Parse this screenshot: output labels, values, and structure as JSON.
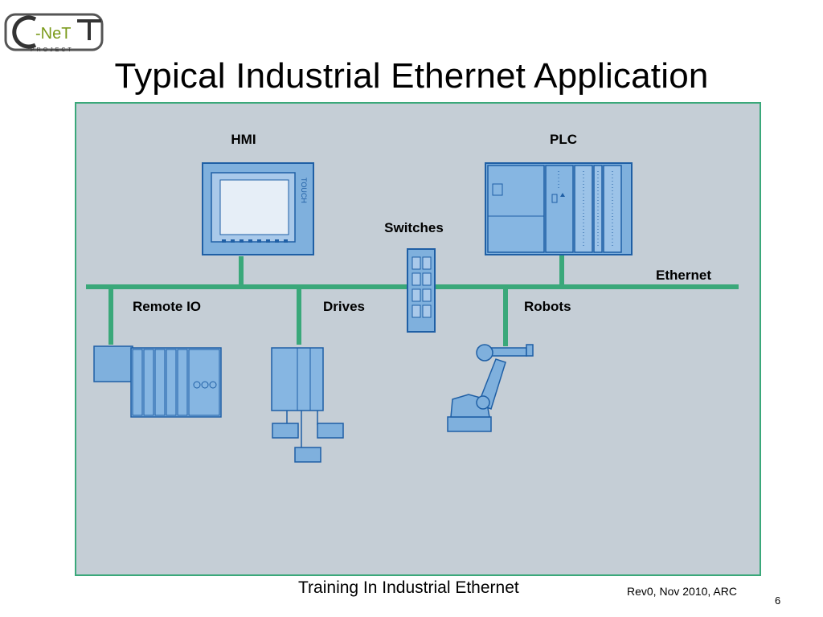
{
  "logo": {
    "text": "-NeT",
    "subtext": "PROJECT"
  },
  "title": "Typical Industrial Ethernet Application",
  "diagram": {
    "labels": {
      "hmi": "HMI",
      "plc": "PLC",
      "switches": "Switches",
      "ethernet": "Ethernet",
      "remote_io": "Remote IO",
      "drives": "Drives",
      "robots": "Robots"
    },
    "hmi_brand": "TOUCH",
    "colors": {
      "ethernet_bus": "#3aa87a",
      "device_fill": "#7fb0dd",
      "device_stroke": "#1f5fa5",
      "panel_bg": "#c5ced6"
    }
  },
  "footer": {
    "center": "Training In Industrial Ethernet",
    "revision": "Rev0, Nov 2010, ARC",
    "page_number": "6"
  }
}
